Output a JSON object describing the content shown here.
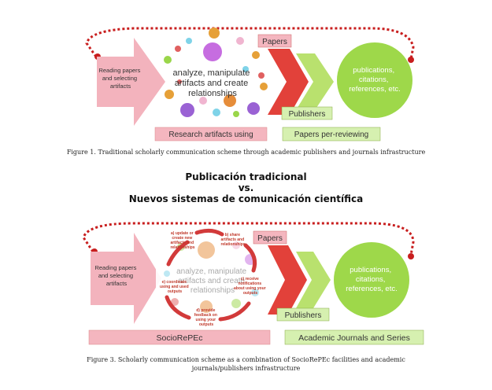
{
  "figure1": {
    "input_label": [
      "Reading papers",
      "and selecting",
      "artifacts"
    ],
    "center_label": [
      "analyze, manipulate",
      "artifacts and create",
      "relationships"
    ],
    "papers_label": "Papers",
    "publishers_label": "Publishers",
    "output_label": [
      "publications,",
      "citations,",
      "references, etc."
    ],
    "bar_left_label": "Research artifacts using",
    "bar_right_label": "Papers per-reviewing",
    "caption": "Figure 1. Traditional scholarly communication scheme through academic publishers and journals infrastructure"
  },
  "heading": {
    "line1": "Publicación tradicional",
    "line2": "vs.",
    "line3": "Nuevos sistemas de comunicación científica"
  },
  "figure3": {
    "input_label": [
      "Reading papers",
      "and selecting",
      "artifacts"
    ],
    "center_label": [
      "analyze, manipulate",
      "artifacts and create",
      "relationships"
    ],
    "step_a": [
      "a) update or",
      "create new",
      "artifacts and",
      "relationships"
    ],
    "step_b": [
      "b) share",
      "artifacts and",
      "relationships"
    ],
    "step_c": [
      "c) receive",
      "notifications",
      "about using your",
      "outputs"
    ],
    "step_d": [
      "d) provide",
      "feedback on",
      "using your",
      "outputs"
    ],
    "step_e": [
      "e) coordinate",
      "using and used",
      "outputs"
    ],
    "papers_label": "Papers",
    "publishers_label": "Publishers",
    "output_label": [
      "publications,",
      "citations,",
      "references, etc."
    ],
    "bar_left_label": "SocioRePEc",
    "bar_right_label": "Academic Journals and Series",
    "caption_line1": "Figure 3. Scholarly communication scheme as a combination of SocioRePEc facilities and academic",
    "caption_line2": "journals/publishers infrastructure"
  },
  "colors": {
    "pink_arrow": "#f3b3bd",
    "red_chevron": "#e2413a",
    "green_chevron": "#b9e16e",
    "green_circle": "#9ed84a",
    "dotted_red": "#c81e1e",
    "bar_pink": "#f4b6bf",
    "bar_green": "#d6f0b0"
  }
}
